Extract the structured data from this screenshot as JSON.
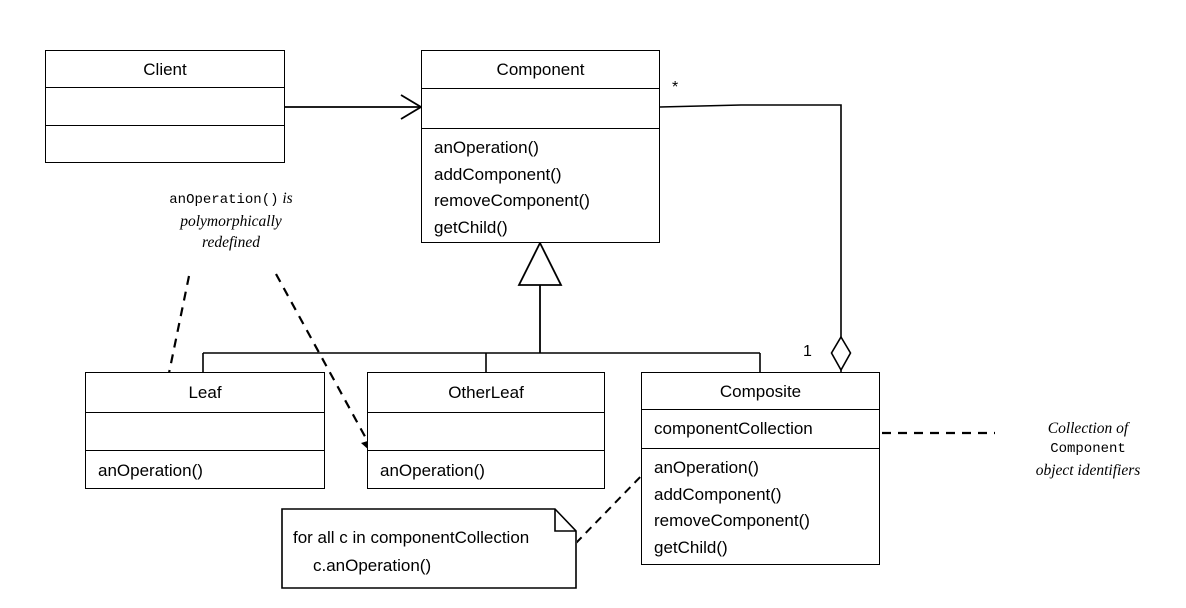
{
  "diagram": {
    "kind": "uml-class-diagram",
    "pattern": "Composite",
    "stroke_color": "#000000",
    "background_color": "#ffffff"
  },
  "classes": {
    "client": {
      "name": "Client",
      "attributes": [],
      "operations": []
    },
    "component": {
      "name": "Component",
      "attributes": [],
      "operations": [
        "anOperation()",
        "addComponent()",
        "removeComponent()",
        "getChild()"
      ]
    },
    "leaf": {
      "name": "Leaf",
      "attributes": [],
      "operations": [
        "anOperation()"
      ]
    },
    "otherleaf": {
      "name": "OtherLeaf",
      "attributes": [],
      "operations": [
        "anOperation()"
      ]
    },
    "composite": {
      "name": "Composite",
      "attributes": [
        "componentCollection"
      ],
      "operations": [
        "anOperation()",
        "addComponent()",
        "removeComponent()",
        "getChild()"
      ]
    }
  },
  "notes": {
    "body_note": {
      "line1": "for all c in componentCollection",
      "line2": "c.anOperation()"
    },
    "polymorphic_note": {
      "mono": "anOperation()",
      "italic1": " is",
      "italic2": "polymorphically",
      "italic3": "redefined"
    },
    "collection_note": {
      "italic1": "Collection of",
      "mono": "Component",
      "italic2": "object identifiers"
    }
  },
  "multiplicities": {
    "component_end": "*",
    "composite_end": "1"
  },
  "relationships": [
    {
      "type": "association-directed",
      "from": "Client",
      "to": "Component",
      "arrow": "open"
    },
    {
      "type": "aggregation",
      "from": "Composite",
      "to": "Component",
      "diamond": "hollow",
      "source_multiplicity": "1",
      "target_multiplicity": "*"
    },
    {
      "type": "generalization",
      "from": "Leaf",
      "to": "Component",
      "arrow": "hollow-triangle"
    },
    {
      "type": "generalization",
      "from": "OtherLeaf",
      "to": "Component",
      "arrow": "hollow-triangle"
    },
    {
      "type": "generalization",
      "from": "Composite",
      "to": "Component",
      "arrow": "hollow-triangle"
    },
    {
      "type": "note-anchor",
      "from": "polymorphic_note",
      "to": "Leaf.anOperation()",
      "style": "dashed"
    },
    {
      "type": "note-anchor",
      "from": "polymorphic_note",
      "to": "OtherLeaf.anOperation()",
      "style": "dashed"
    },
    {
      "type": "note-anchor",
      "from": "body_note",
      "to": "Composite.anOperation()",
      "style": "dashed"
    },
    {
      "type": "note-anchor",
      "from": "collection_note",
      "to": "Composite.componentCollection",
      "style": "dashed"
    }
  ]
}
